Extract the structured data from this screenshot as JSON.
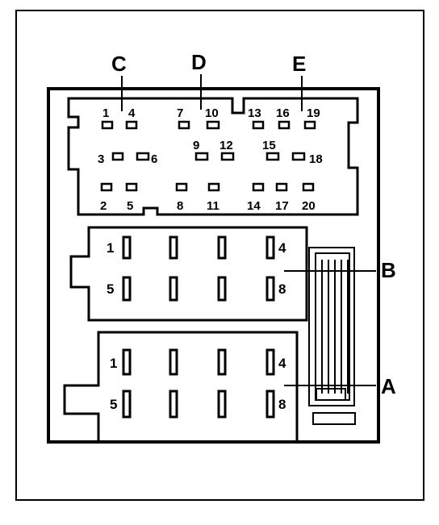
{
  "section_labels": {
    "c": "C",
    "d": "D",
    "e": "E",
    "b": "B",
    "a": "A"
  },
  "upper_connector_pins": {
    "p1": "1",
    "p2": "2",
    "p3": "3",
    "p4": "4",
    "p5": "5",
    "p6": "6",
    "p7": "7",
    "p8": "8",
    "p9": "9",
    "p10": "10",
    "p11": "11",
    "p12": "12",
    "p13": "13",
    "p14": "14",
    "p15": "15",
    "p16": "16",
    "p17": "17",
    "p18": "18",
    "p19": "19",
    "p20": "20"
  },
  "connector_b_pins": {
    "p1": "1",
    "p4": "4",
    "p5": "5",
    "p8": "8"
  },
  "connector_a_pins": {
    "p1": "1",
    "p4": "4",
    "p5": "5",
    "p8": "8"
  }
}
